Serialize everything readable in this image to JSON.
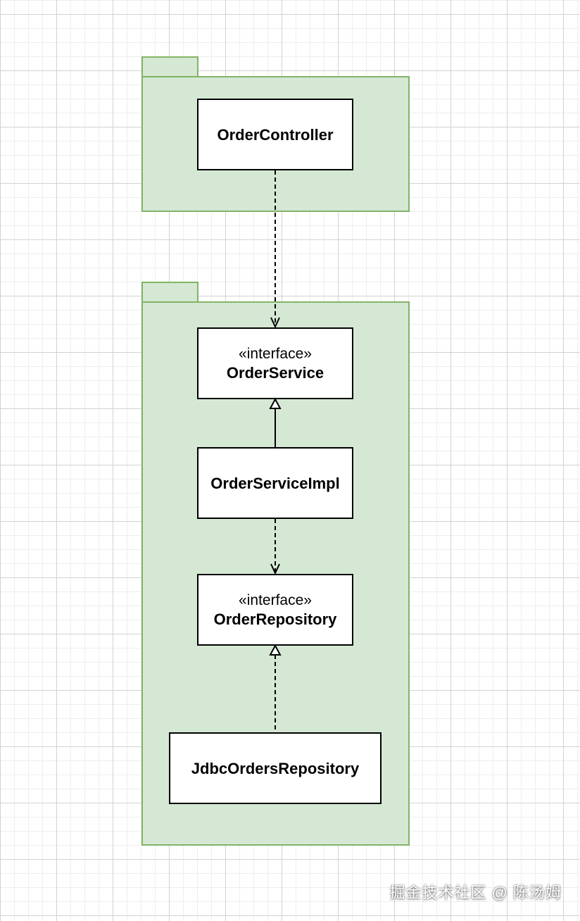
{
  "diagram": {
    "packages": [
      {
        "id": "controller-package",
        "label": ""
      },
      {
        "id": "service-package",
        "label": ""
      }
    ],
    "classes": {
      "order_controller": {
        "stereotype": "",
        "name": "OrderController"
      },
      "order_service": {
        "stereotype": "«interface»",
        "name": "OrderService"
      },
      "order_service_impl": {
        "stereotype": "",
        "name": "OrderServiceImpl"
      },
      "order_repository": {
        "stereotype": "«interface»",
        "name": "OrderRepository"
      },
      "jdbc_orders_repository": {
        "stereotype": "",
        "name": "JdbcOrdersRepository"
      }
    },
    "relations": [
      {
        "from": "OrderController",
        "to": "OrderService",
        "type": "dependency"
      },
      {
        "from": "OrderServiceImpl",
        "to": "OrderService",
        "type": "realization"
      },
      {
        "from": "OrderServiceImpl",
        "to": "OrderRepository",
        "type": "dependency"
      },
      {
        "from": "JdbcOrdersRepository",
        "to": "OrderRepository",
        "type": "realization"
      }
    ],
    "colors": {
      "package_fill": "#d5e8d4",
      "package_stroke": "#82b366",
      "class_fill": "#ffffff",
      "class_stroke": "#000000"
    }
  },
  "watermark": {
    "text": "掘金技术社区 @ 陈汤姆"
  }
}
